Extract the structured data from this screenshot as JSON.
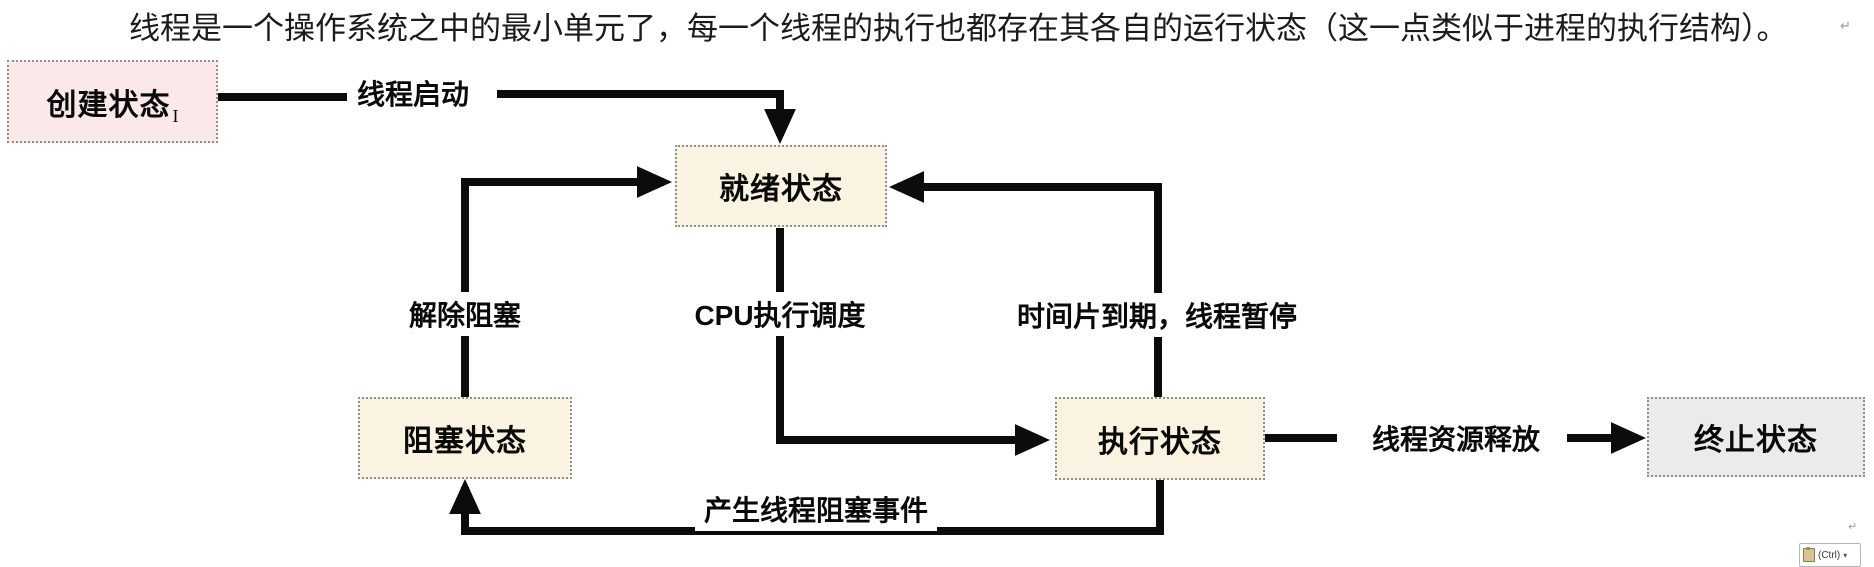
{
  "document": {
    "intro_text": "线程是一个操作系统之中的最小单元了，每一个线程的执行也都存在其各自的运行状态（这一点类似于进程的执行结构）。",
    "paragraph_mark_top": "↵",
    "paragraph_mark_bottom": "↵"
  },
  "diagram": {
    "nodes": {
      "create": {
        "label": "创建状态",
        "fill": "#fbe8e8"
      },
      "ready": {
        "label": "就绪状态",
        "fill": "#faf3e2"
      },
      "blocked": {
        "label": "阻塞状态",
        "fill": "#faf3e2"
      },
      "running": {
        "label": "执行状态",
        "fill": "#faf3e2"
      },
      "terminated": {
        "label": "终止状态",
        "fill": "#e9ebed"
      }
    },
    "edges": {
      "thread_start": {
        "label": "线程启动",
        "from": "创建状态",
        "to": "就绪状态"
      },
      "unblock": {
        "label": "解除阻塞",
        "from": "阻塞状态",
        "to": "就绪状态"
      },
      "cpu_schedule": {
        "label": "CPU执行调度",
        "from": "就绪状态",
        "to": "执行状态"
      },
      "timeslice_pause": {
        "label": "时间片到期，线程暂停",
        "from": "执行状态",
        "to": "就绪状态"
      },
      "blocking_event": {
        "label": "产生线程阻塞事件",
        "from": "执行状态",
        "to": "阻塞状态"
      },
      "resource_release": {
        "label": "线程资源释放",
        "from": "执行状态",
        "to": "终止状态"
      }
    },
    "text_cursor_mark": "I",
    "line_color": "#0c0c0c",
    "border_color": "#8f8f8f"
  },
  "paste_widget": {
    "label": "(Ctrl)",
    "dropdown_glyph": "▾"
  }
}
